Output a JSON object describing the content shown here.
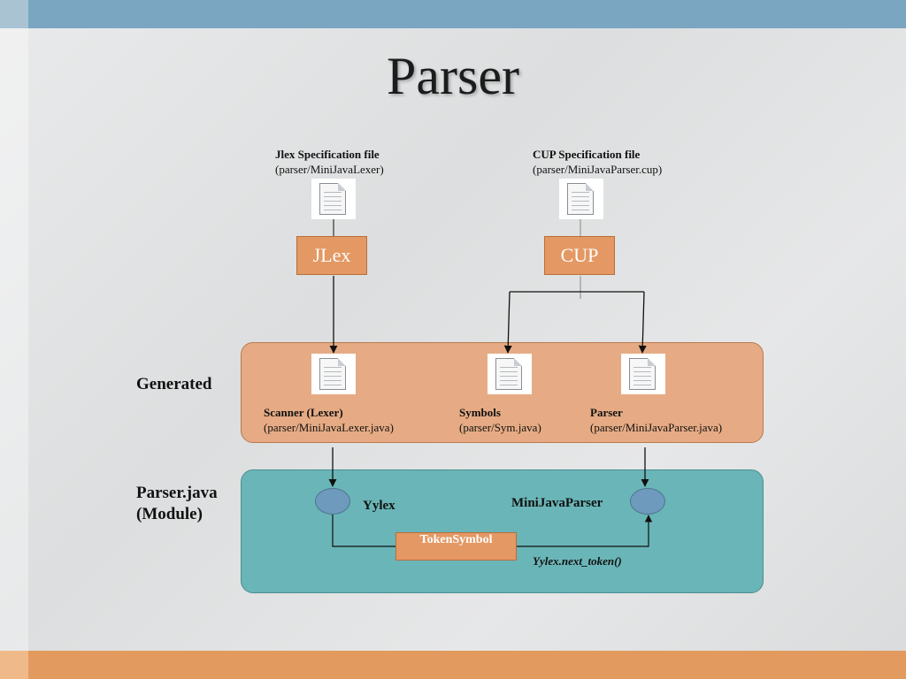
{
  "slide": {
    "title": "Parser",
    "colors": {
      "top_bar": "#7aa6c2",
      "bottom_bar": "#e39a5e",
      "generated_panel": "#e6ab84",
      "module_panel": "#6ab5b7",
      "tool_box": "#e49863"
    }
  },
  "inputs": {
    "jlex_file": {
      "name": "Jlex Specification file",
      "path": "(parser/MiniJavaLexer)",
      "icon": "document-icon"
    },
    "cup_file": {
      "name": "CUP Specification file",
      "path": "(parser/MiniJavaParser.cup)",
      "icon": "document-icon"
    }
  },
  "tools": {
    "jlex": "JLex",
    "cup": "CUP"
  },
  "generated": {
    "label": "Generated",
    "files": [
      {
        "name": "Scanner (Lexer)",
        "path": "(parser/MiniJavaLexer.java)",
        "icon": "document-icon"
      },
      {
        "name": "Symbols",
        "path": "(parser/Sym.java)",
        "icon": "document-icon"
      },
      {
        "name": "Parser",
        "path": "(parser/MiniJavaParser.java)",
        "icon": "document-icon"
      }
    ]
  },
  "module": {
    "label_line1": "Parser.java",
    "label_line2": "(Module)",
    "yylex": "Yylex",
    "parser": "MiniJavaParser",
    "token": "TokenSymbol",
    "call": "Yylex.next_token()"
  }
}
